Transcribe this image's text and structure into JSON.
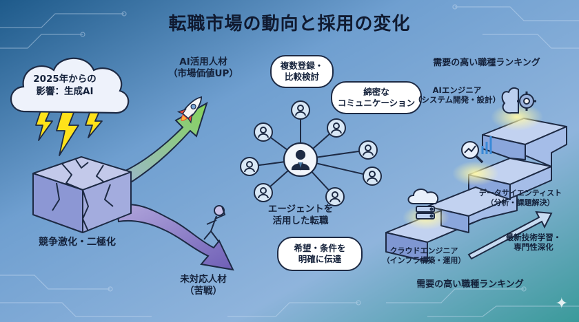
{
  "title": "転職市場の動向と採用の変化",
  "left": {
    "cloud_text": "2025年からの\n影響：生成AI",
    "rising_label": "AI活用人材\n（市場価値UP）",
    "cube_label": "競争激化・二極化",
    "falling_label": "未対応人材\n（苦戦）",
    "icons": [
      "storm-cloud",
      "lightning",
      "cracked-cube",
      "rocket",
      "stressed-person"
    ]
  },
  "center": {
    "bubble_top": "複数登録・\n比較検討",
    "bubble_right": "綿密な\nコミュニケーション",
    "hub_label": "エージェントを\n活用した転職",
    "bubble_bottom": "希望・条件を\n明確に伝達",
    "icons": [
      "person-node",
      "agent-hub"
    ]
  },
  "right": {
    "ranking_top": "需要の高い職種ランキング",
    "ai_engineer": "AIエンジニア\n（システム開発・設計）",
    "data_scientist": "データサイエンティスト\n（分析・課題解決）",
    "cloud_engineer": "クラウドエンジニア\n（インフラ構築・運用）",
    "skill_label": "最新技術学習・\n専門性深化",
    "ranking_bottom": "需要の高い職種ランキング",
    "icons": [
      "brain-gear",
      "magnifier-chart",
      "cloud-server"
    ]
  },
  "colors": {
    "bg_top": "#1e5a8a",
    "bg_mid": "#78a3cf",
    "bg_bottom": "#3a9a9a",
    "lightning": "#ffe21a",
    "arrow_up": "#7ec85a",
    "arrow_down": "#8a78c8",
    "stairs": "#8aa6dc",
    "ink": "#14213a"
  }
}
